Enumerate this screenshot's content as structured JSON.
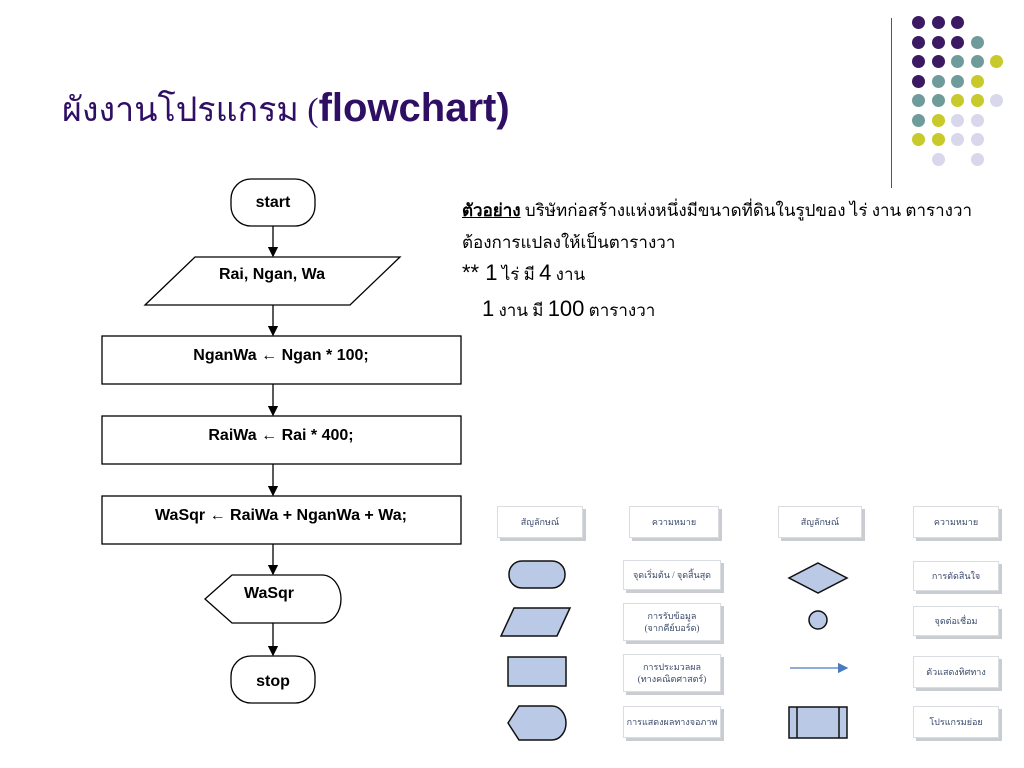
{
  "title": {
    "thai": "ผังงานโปรแกรม (",
    "latin": "flowchart)"
  },
  "flowchart": {
    "start": "start",
    "input": "Rai, Ngan, Wa",
    "step1": "NganWa ← Ngan * 100;",
    "step2": "RaiWa ← Rai * 400;",
    "step3": "WaSqr ← RaiWa + NganWa + Wa;",
    "output": "WaSqr",
    "stop": "stop"
  },
  "example": {
    "label": "ตัวอย่าง",
    "line1": " บริษัทก่อสร้างแห่งหนึ่งมีขนาดที่ดินในรูปของ ไร่ งาน ตารางวา",
    "line2": "ต้องการแปลงให้เป็นตารางวา",
    "line3": {
      "prefix": "** ",
      "n1": "1",
      "t1": " ไร่ มี ",
      "n2": "4",
      "t2": " งาน"
    },
    "line4": {
      "n1": "1",
      "t1": " งาน มี ",
      "n2": "100",
      "t2": " ตารางวา"
    }
  },
  "legend": {
    "headers": [
      "สัญลักษณ์",
      "ความหมาย",
      "สัญลักษณ์",
      "ความหมาย"
    ],
    "left": [
      "จุดเริ่มต้น / จุดสิ้นสุด",
      "การรับข้อมูล\n(จากคีย์บอร์ด)",
      "การประมวลผล\n(ทางคณิตศาสตร์)",
      "การแสดงผลทางจอภาพ"
    ],
    "right": [
      "การตัดสินใจ",
      "จุดต่อเชื่อม",
      "ตัวแสดงทิศทาง",
      "โปรแกรมย่อย"
    ]
  },
  "colors": {
    "title": "#2e0f63",
    "dot_purple": "#3c1a63",
    "dot_teal": "#6f9c9a",
    "dot_yellow": "#c8c92a",
    "dot_lavender": "#d9d7ec",
    "symbol_fill": "#b9c9e6",
    "arrow": "#4a7bbf"
  },
  "decoration_dots": [
    [
      "purple",
      "purple",
      "purple",
      "",
      "",
      ""
    ],
    [
      "purple",
      "purple",
      "purple",
      "teal",
      "",
      ""
    ],
    [
      "purple",
      "purple",
      "teal",
      "teal",
      "yellow",
      ""
    ],
    [
      "purple",
      "teal",
      "teal",
      "yellow",
      "",
      ""
    ],
    [
      "teal",
      "teal",
      "yellow",
      "yellow",
      "lavender",
      ""
    ],
    [
      "teal",
      "yellow",
      "lavender",
      "lavender",
      "",
      ""
    ],
    [
      "yellow",
      "yellow",
      "lavender",
      "lavender",
      "",
      ""
    ],
    [
      "",
      "lavender",
      "",
      "lavender",
      "",
      ""
    ]
  ]
}
